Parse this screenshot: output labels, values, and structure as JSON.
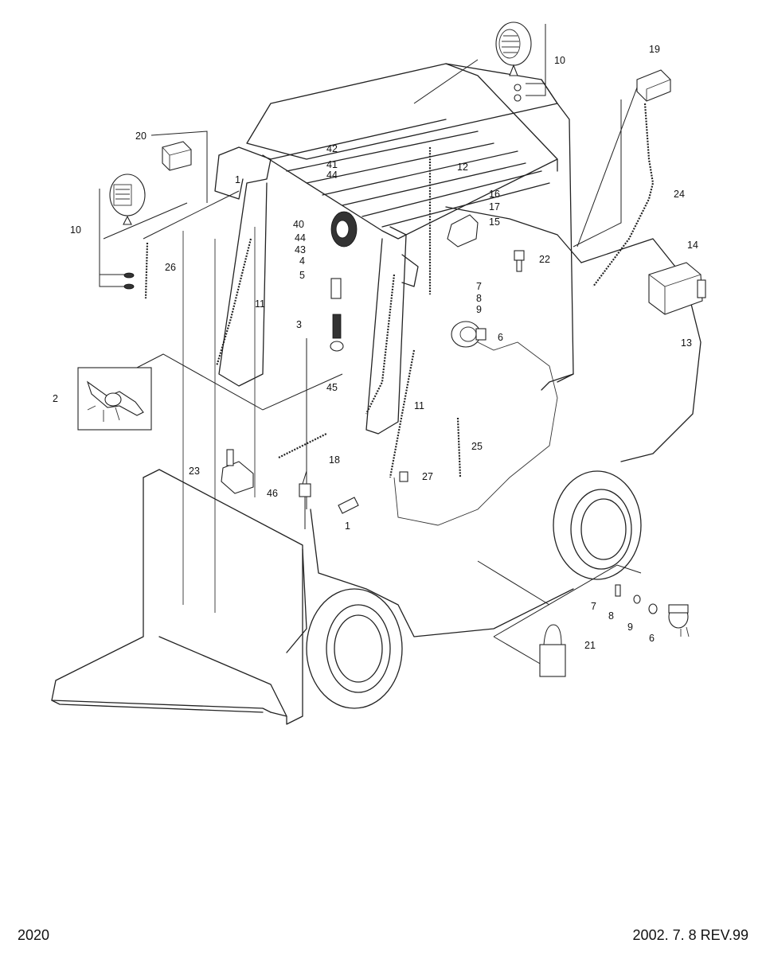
{
  "page": {
    "number": "2020",
    "revision": "2002. 7. 8 REV.99"
  },
  "callouts": {
    "c1": "1",
    "c1b": "1",
    "c2": "2",
    "c3": "3",
    "c4": "4",
    "c5": "5",
    "c6a": "6",
    "c6b": "6",
    "c7a": "7",
    "c7b": "7",
    "c8a": "8",
    "c8b": "8",
    "c9a": "9",
    "c9b": "9",
    "c10a": "10",
    "c10b": "10",
    "c11a": "11",
    "c11b": "11",
    "c12": "12",
    "c13": "13",
    "c14": "14",
    "c15": "15",
    "c16": "16",
    "c17": "17",
    "c18": "18",
    "c19": "19",
    "c20": "20",
    "c21": "21",
    "c22": "22",
    "c23": "23",
    "c24": "24",
    "c25": "25",
    "c26": "26",
    "c27": "27",
    "c40": "40",
    "c41": "41",
    "c42": "42",
    "c43": "43",
    "c44a": "44",
    "c44b": "44",
    "c45": "45",
    "c46": "46"
  }
}
